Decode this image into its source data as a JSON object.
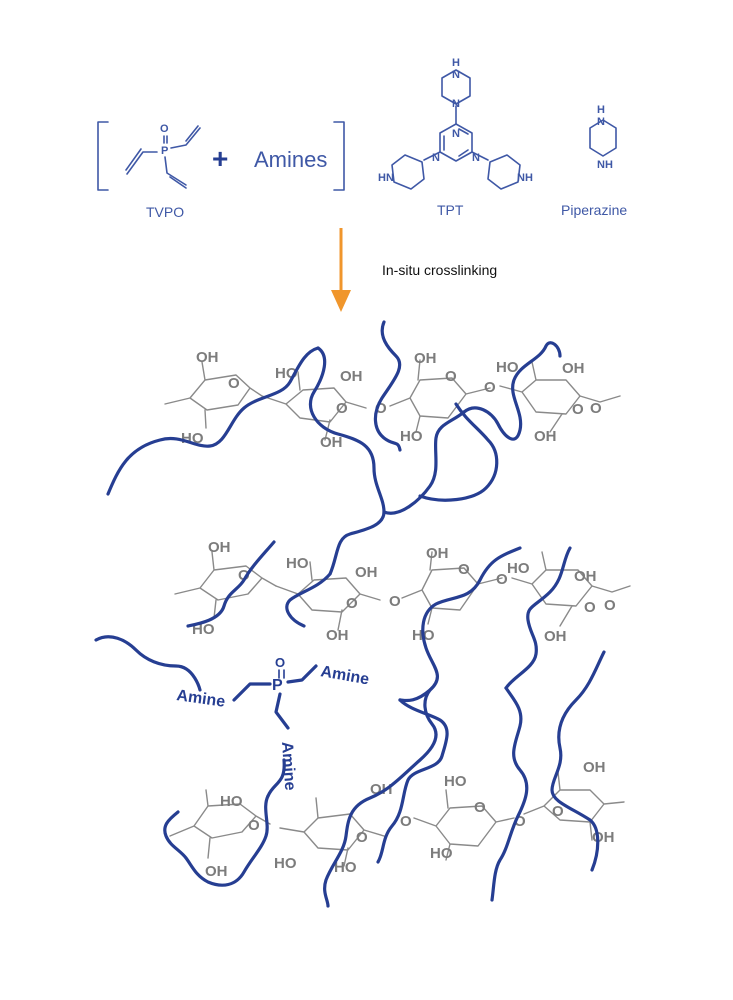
{
  "reaction": {
    "tvpo_label": "TVPO",
    "plus": "+",
    "amines_label": "Amines",
    "tpt_label": "TPT",
    "piperazine_label": "Piperazine",
    "atom_o": "O",
    "atom_p": "P",
    "atom_n": "N",
    "atom_nh": "NH",
    "atom_hn": "HN",
    "atom_h": "H"
  },
  "process": {
    "step_label": "In-situ crosslinking",
    "arrow_color": "#f0962c"
  },
  "network": {
    "amine_label": "Amine",
    "hydroxyl": "OH",
    "hydroxyl_rev": "HO",
    "atom_o": "O",
    "atom_p": "P",
    "crosslink_color": "#263e92",
    "backbone_color": "#8a8a8a"
  }
}
